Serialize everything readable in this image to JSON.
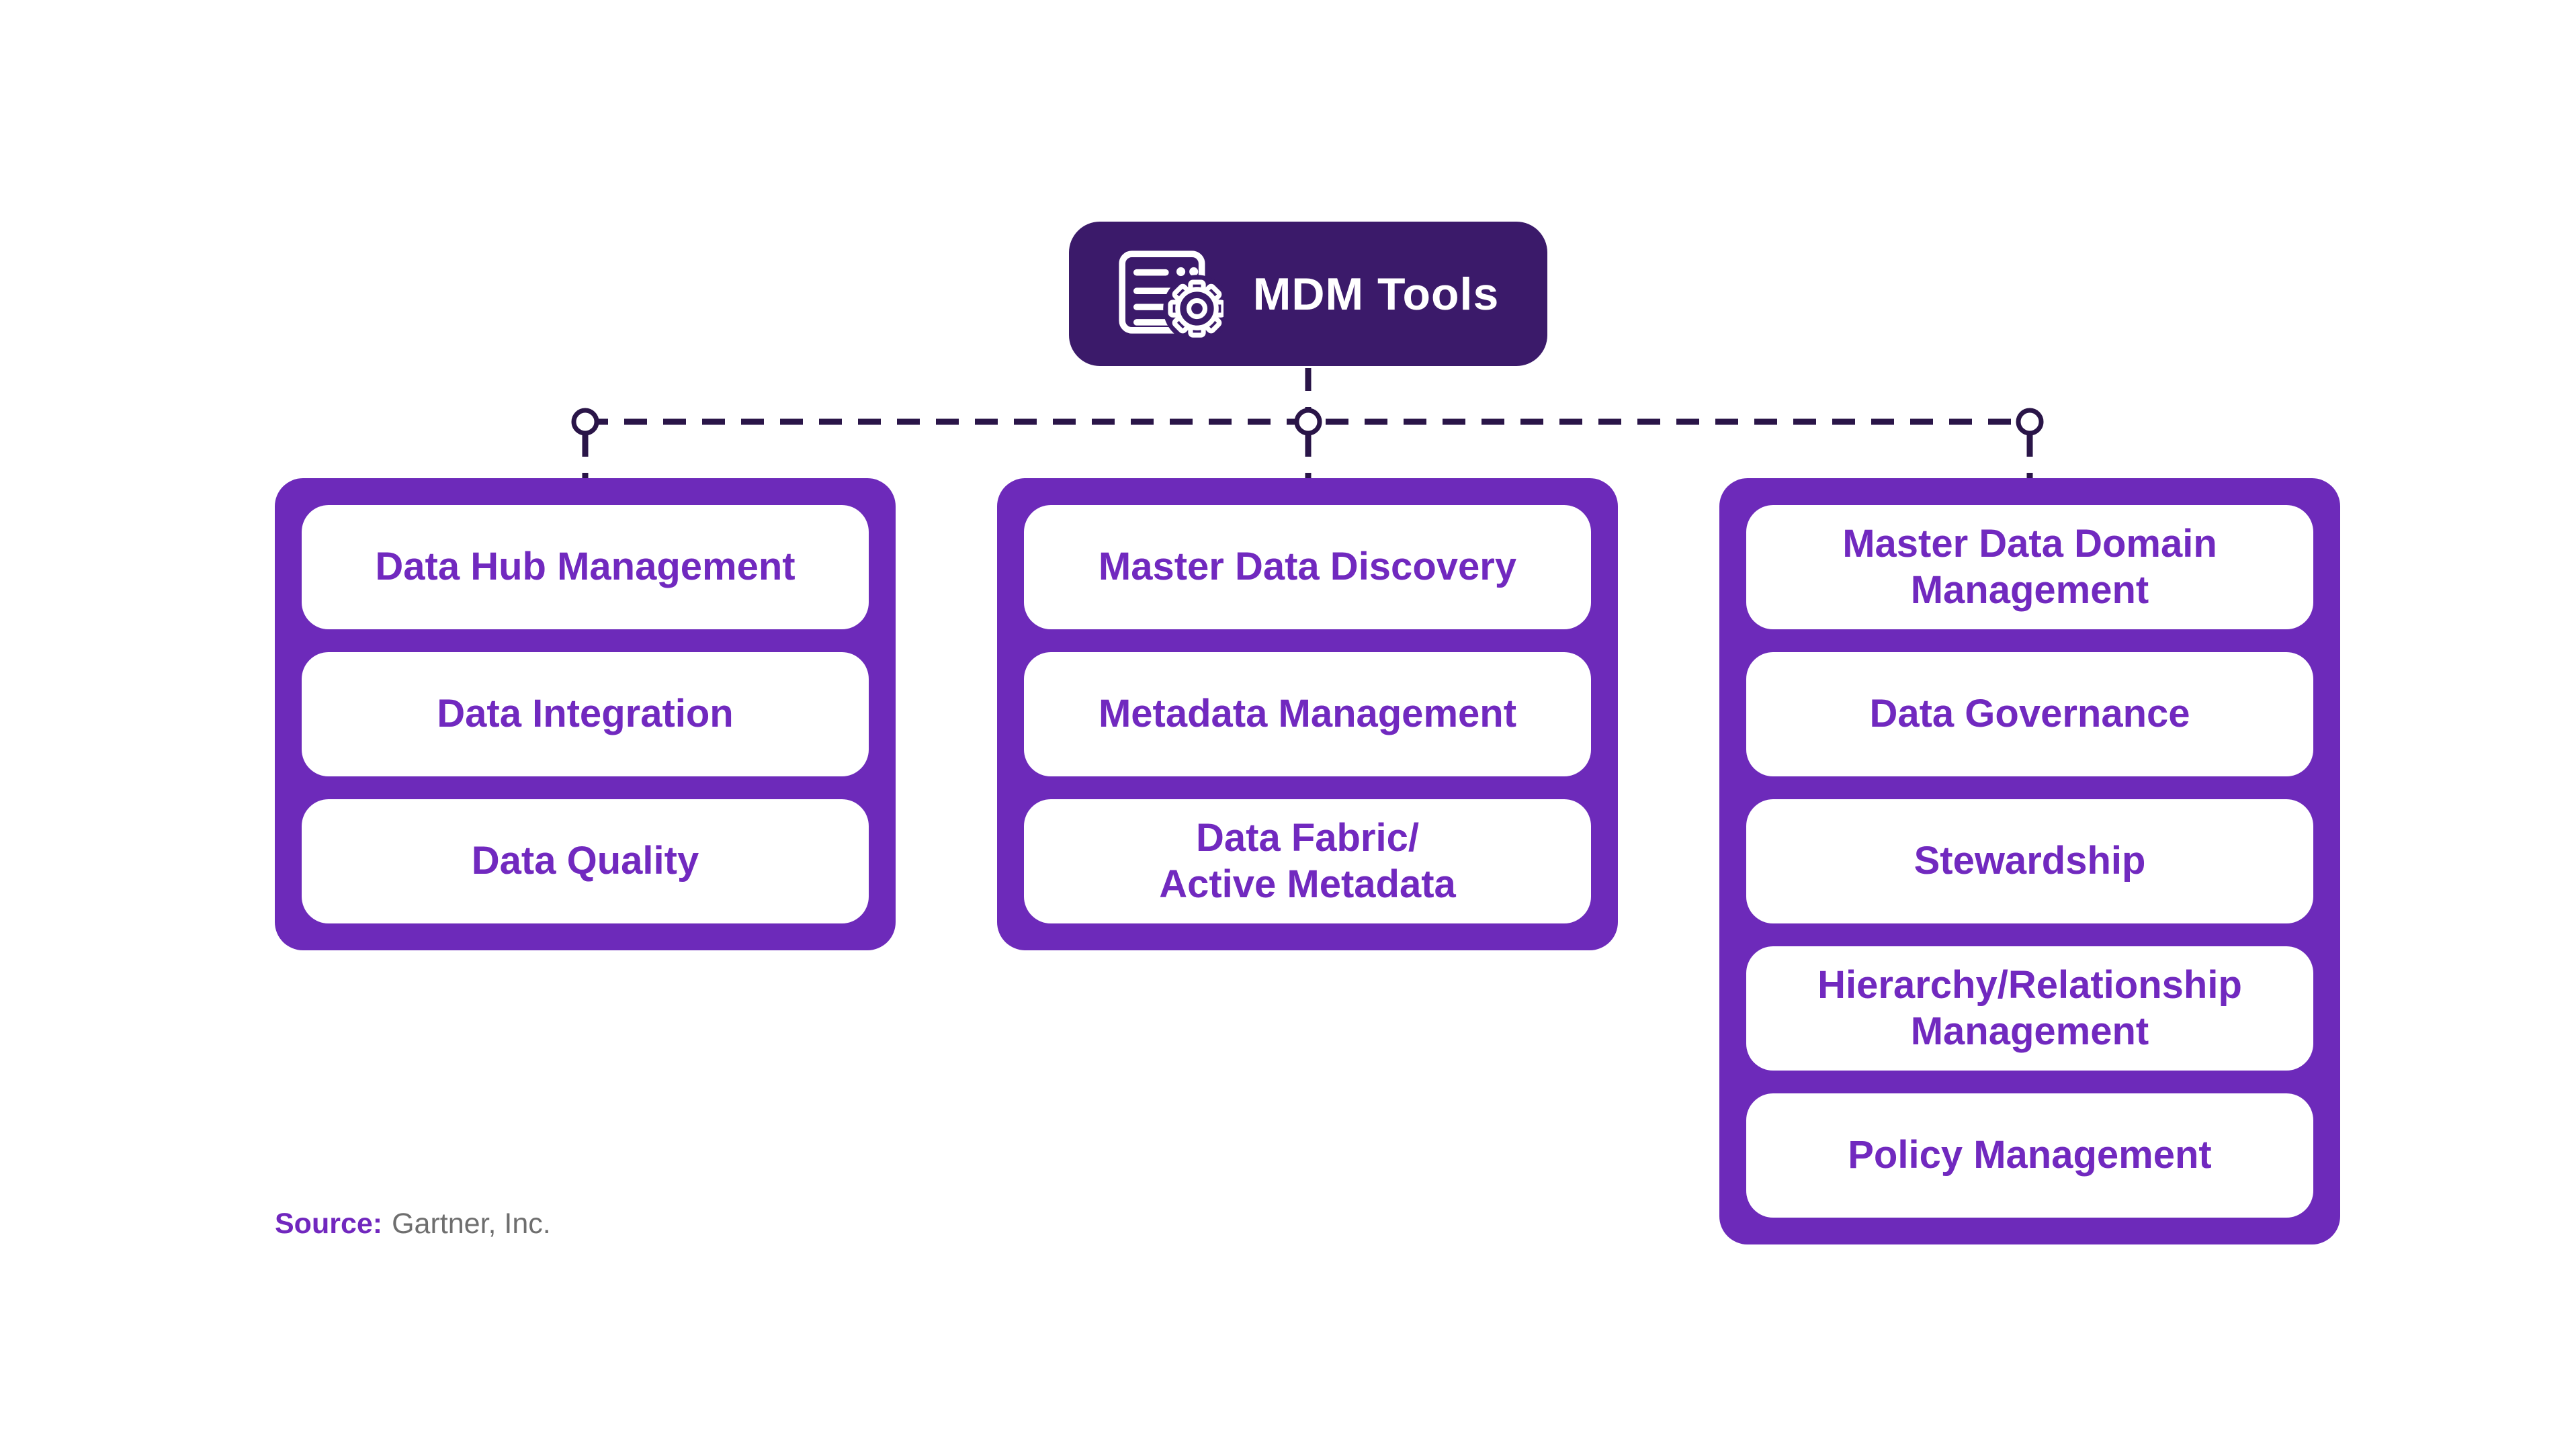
{
  "header": {
    "title": "MDM Tools",
    "icon": "document-gear-icon"
  },
  "columns": [
    {
      "name": "left-column-group",
      "items": [
        "Data Hub Management",
        "Data Integration",
        "Data Quality"
      ]
    },
    {
      "name": "middle-column-group",
      "items": [
        "Master Data Discovery",
        "Metadata Management",
        "Data Fabric/\nActive Metadata"
      ]
    },
    {
      "name": "right-column-group",
      "items": [
        "Master Data Domain\nManagement",
        "Data Governance",
        "Stewardship",
        "Hierarchy/Relationship\nManagement",
        "Policy Management"
      ]
    }
  ],
  "source": {
    "label": "Source:",
    "text": "Gartner, Inc."
  },
  "colors": {
    "header_bg": "#3B1A6A",
    "container_bg": "#6D2ABA",
    "item_text": "#7129BF",
    "connector": "#2A1548",
    "source_label": "#7127BE",
    "source_text": "#6E6E6E"
  }
}
